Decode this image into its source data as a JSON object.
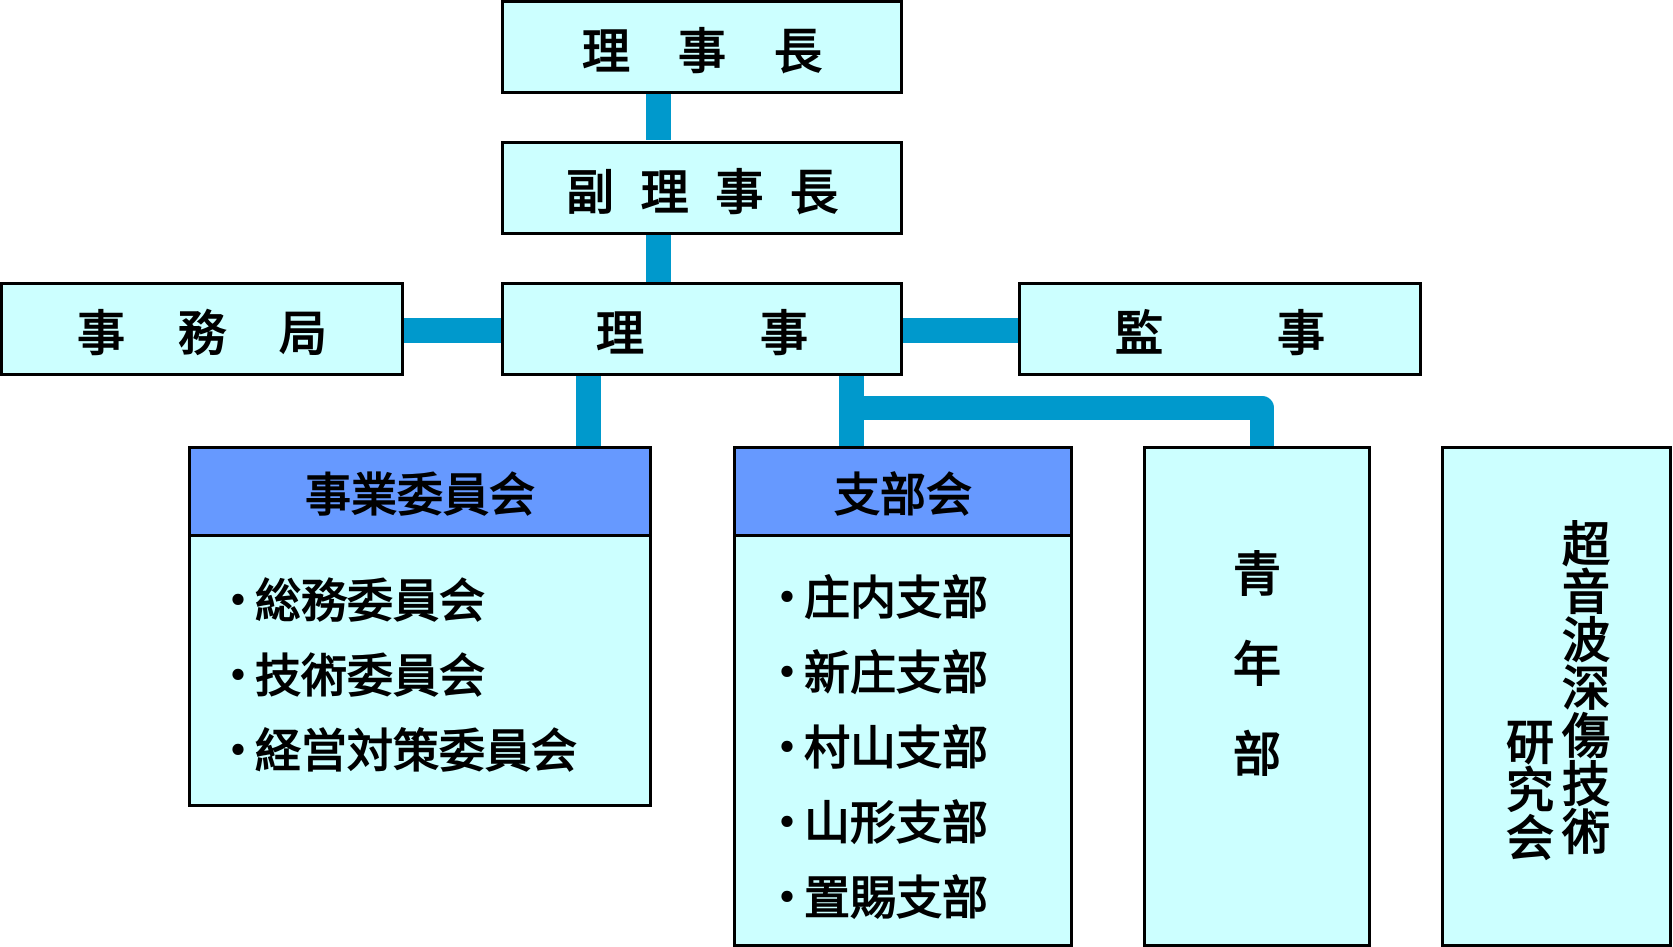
{
  "org": {
    "chairman": [
      "理",
      "事",
      "長"
    ],
    "vice_chairman": [
      "副",
      "理",
      "事",
      "長"
    ],
    "board": [
      "理",
      "事"
    ],
    "secretariat": [
      "事",
      "務",
      "局"
    ],
    "auditor": [
      "監",
      "事"
    ]
  },
  "committees": {
    "title": "事業委員会",
    "items": [
      "総務委員会",
      "技術委員会",
      "経営対策委員会"
    ]
  },
  "branches": {
    "title": "支部会",
    "items": [
      "庄内支部",
      "新庄支部",
      "村山支部",
      "山形支部",
      "置賜支部"
    ]
  },
  "youth": [
    "青",
    "年",
    "部"
  ],
  "ultrasonic": {
    "col_right": [
      "超",
      "音",
      "波",
      "深",
      "傷",
      "技",
      "術"
    ],
    "col_left": [
      "研",
      "究",
      "会"
    ]
  },
  "bullet_char": "・",
  "colors": {
    "box_fill": "#ccffff",
    "header_fill": "#6699ff",
    "connector": "#0099cc",
    "border": "#000000"
  }
}
